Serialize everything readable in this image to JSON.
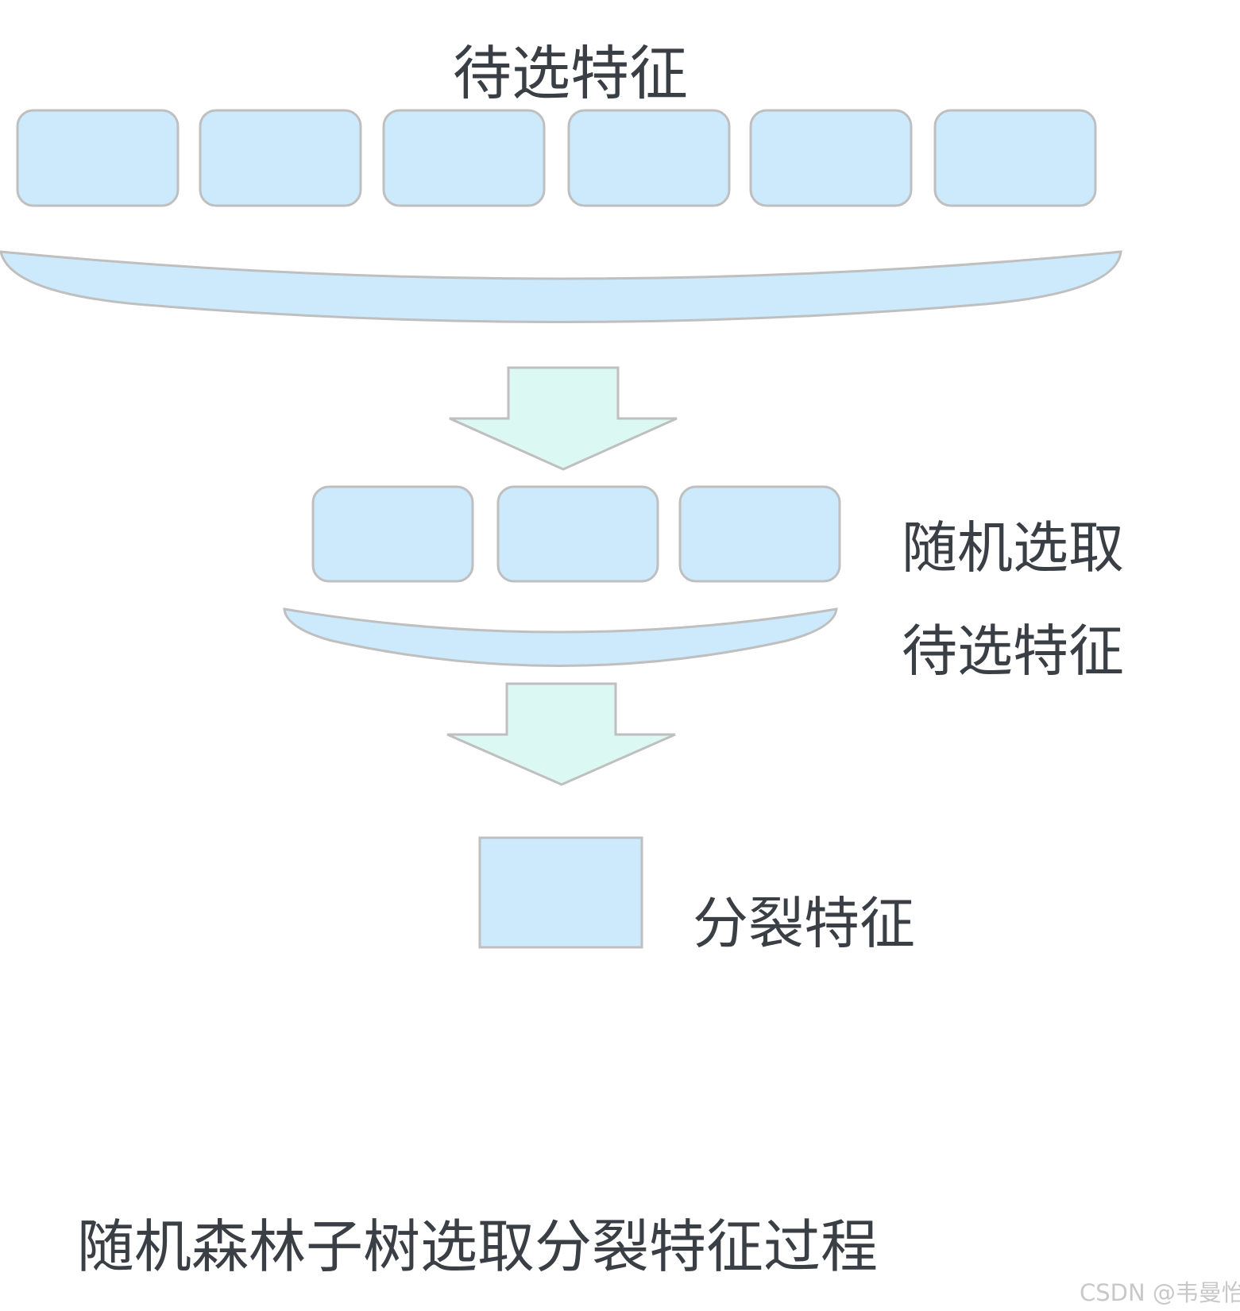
{
  "diagram": {
    "top_label": "待选特征",
    "random_select_label": "随机选取",
    "middle_label": "待选特征",
    "split_label": "分裂特征",
    "caption": "随机森林子树选取分裂特征过程",
    "watermark": "CSDN @韦曼怡",
    "top_feature_count": 6,
    "selected_feature_count": 3,
    "split_feature_count": 1
  },
  "colors": {
    "box_fill": "#cdeafc",
    "box_stroke": "#bfbfbf",
    "arrow_fill": "#dcf8f3",
    "text": "#3a3f45",
    "watermark": "#c8c8c8"
  }
}
